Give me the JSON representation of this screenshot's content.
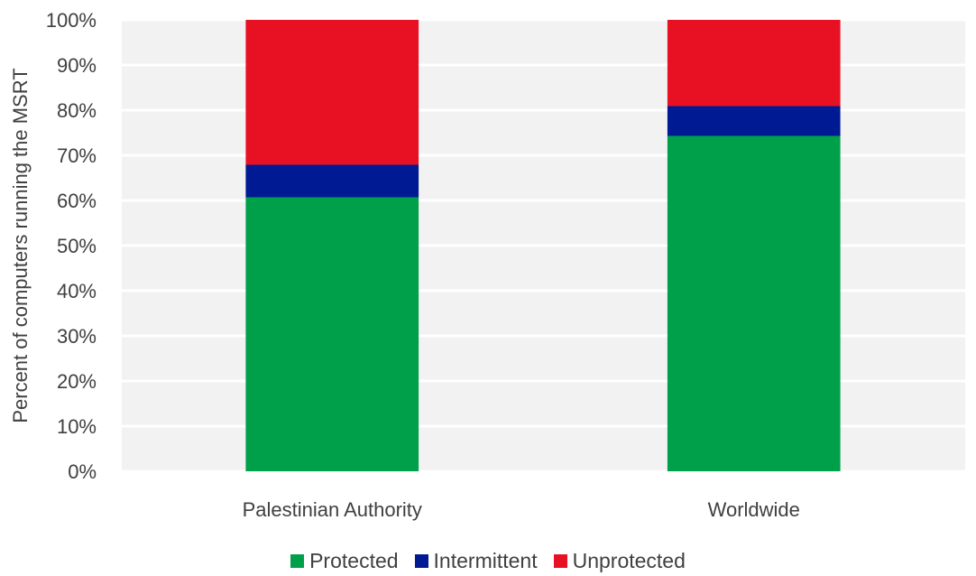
{
  "chart_data": {
    "type": "bar",
    "stacked": true,
    "title": "",
    "xlabel": "",
    "ylabel": "Percent of computers running the MSRT",
    "ylim": [
      0,
      100
    ],
    "yticks": [
      "0%",
      "10%",
      "20%",
      "30%",
      "40%",
      "50%",
      "60%",
      "70%",
      "80%",
      "90%",
      "100%"
    ],
    "categories": [
      "Palestinian Authority",
      "Worldwide"
    ],
    "series": [
      {
        "name": "Protected",
        "color": "#00A04A",
        "values": [
          60.7,
          74.3
        ]
      },
      {
        "name": "Intermittent",
        "color": "#001A94",
        "values": [
          7.2,
          6.6
        ]
      },
      {
        "name": "Unprotected",
        "color": "#E81123",
        "values": [
          32.1,
          19.1
        ]
      }
    ],
    "grid": true,
    "legend_position": "bottom"
  }
}
